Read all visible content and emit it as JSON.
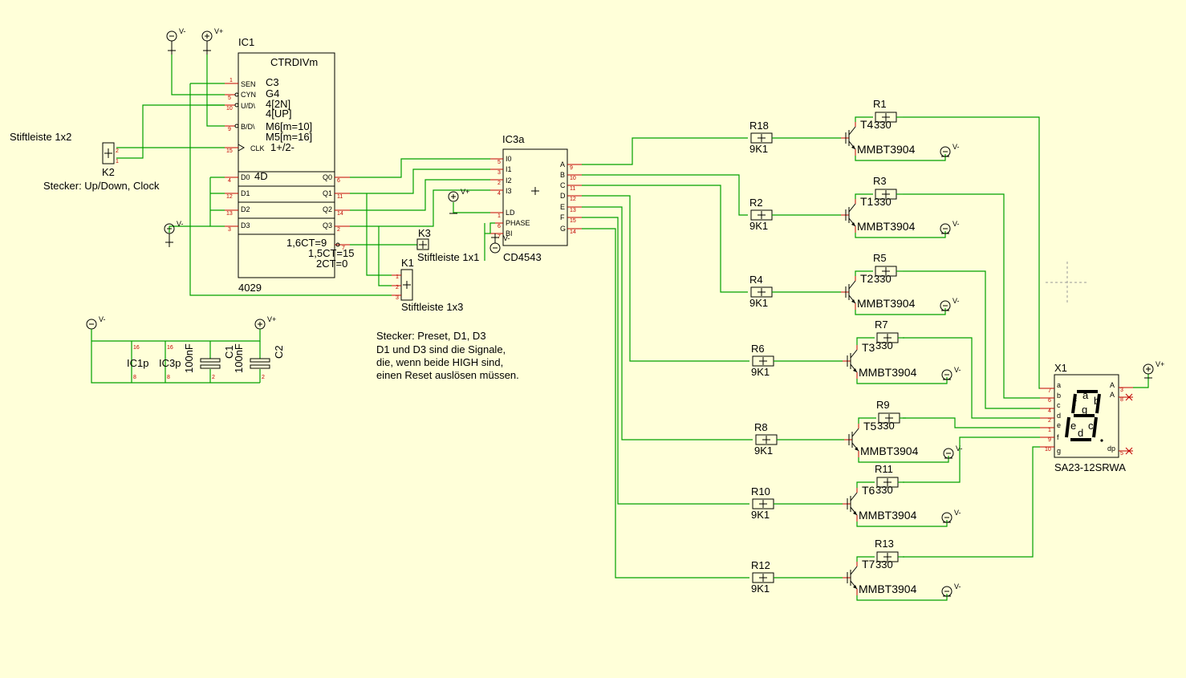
{
  "ic1": {
    "ref": "IC1",
    "name": "CTRDIVm",
    "part": "4029",
    "inputs": [
      "SEN",
      "CYN",
      "U/D\\",
      "B/D\\",
      "CLK"
    ],
    "ctrl": [
      "C3",
      "G4",
      "4[2N]",
      "4[UP]",
      "M6[m=10]",
      "M5[m=16]",
      "1+/2-"
    ],
    "data_in": [
      "D0",
      "D1",
      "D2",
      "D3"
    ],
    "data_out": [
      "Q0",
      "Q1",
      "Q2",
      "Q3"
    ],
    "bus": "4D",
    "carry": [
      "1,6CT=9",
      "1,5CT=15",
      "2CT=0"
    ]
  },
  "ic3": {
    "ref": "IC3a",
    "part": "CD4543",
    "inputs": [
      "I0",
      "I1",
      "I2",
      "I3",
      "LD",
      "PHASE",
      "BI"
    ],
    "outputs": [
      "A",
      "B",
      "C",
      "D",
      "E",
      "F",
      "G"
    ]
  },
  "connectors": {
    "k2": {
      "ref": "K2",
      "type": "Stiftleiste 1x2",
      "note": "Stecker: Up/Down, Clock"
    },
    "k3": {
      "ref": "K3",
      "type": "Stiftleiste 1x1"
    },
    "k1": {
      "ref": "K1",
      "type": "Stiftleiste 1x3"
    }
  },
  "note": [
    "Stecker: Preset, D1, D3",
    "D1 und D3 sind die Signale,",
    "die, wenn beide HIGH sind,",
    "einen Reset auslösen müssen."
  ],
  "power": {
    "neg": "V-",
    "pos": "V+"
  },
  "supply": {
    "ic1p": "IC1p",
    "ic3p": "IC3p",
    "c1": "C1",
    "c2": "C2",
    "cap": "100nF"
  },
  "stages": [
    {
      "rb": "R18",
      "rbv": "9K1",
      "t": "T4",
      "rc": "R1",
      "rcv": "330",
      "model": "MMBT3904"
    },
    {
      "rb": "R2",
      "rbv": "9K1",
      "t": "T1",
      "rc": "R3",
      "rcv": "330",
      "model": "MMBT3904"
    },
    {
      "rb": "R4",
      "rbv": "9K1",
      "t": "T2",
      "rc": "R5",
      "rcv": "330",
      "model": "MMBT3904"
    },
    {
      "rb": "R6",
      "rbv": "9K1",
      "t": "T3",
      "rc": "R7",
      "rcv": "330",
      "model": "MMBT3904"
    },
    {
      "rb": "R8",
      "rbv": "9K1",
      "t": "T5",
      "rc": "R9",
      "rcv": "330",
      "model": "MMBT3904"
    },
    {
      "rb": "R10",
      "rbv": "9K1",
      "t": "T6",
      "rc": "R11",
      "rcv": "330",
      "model": "MMBT3904"
    },
    {
      "rb": "R12",
      "rbv": "9K1",
      "t": "T7",
      "rc": "R13",
      "rcv": "330",
      "model": "MMBT3904"
    }
  ],
  "display": {
    "ref": "X1",
    "part": "SA23-12SRWA",
    "pins": [
      "a",
      "b",
      "c",
      "d",
      "e",
      "f",
      "g"
    ],
    "right_pins": [
      "A",
      "A",
      "dp"
    ],
    "segments": [
      "a",
      "b",
      "c",
      "d",
      "e",
      "f",
      "g"
    ]
  }
}
